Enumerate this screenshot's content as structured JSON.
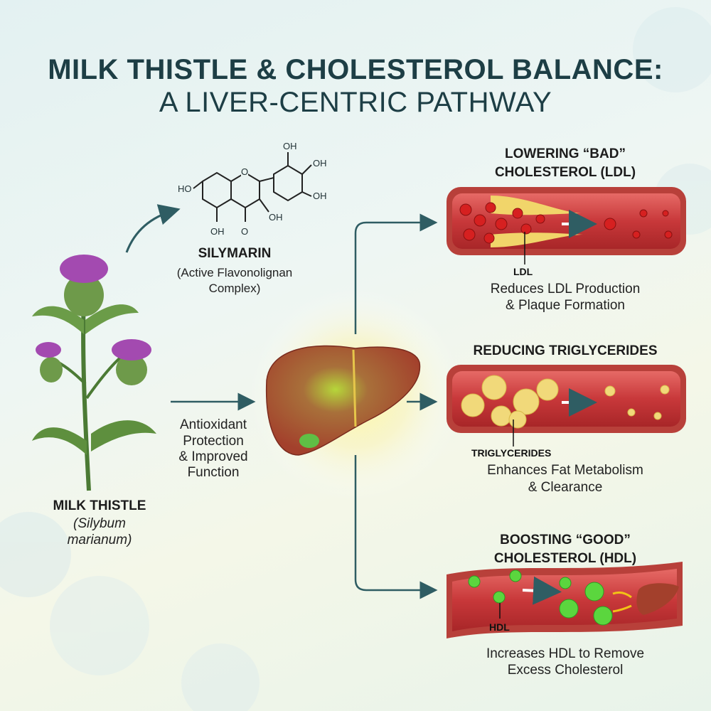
{
  "title": {
    "line1": "MILK THISTLE & CHOLESTEROL BALANCE:",
    "line2": "A LIVER-CENTRIC PATHWAY"
  },
  "molecule": {
    "labels": [
      "OH",
      "OH",
      "OH",
      "HO",
      "O",
      "OH",
      "OH",
      "O"
    ],
    "name": "SILYMARIN",
    "desc1": "(Active Flavonolignan",
    "desc2": "Complex)"
  },
  "plant": {
    "name": "MILK THISTLE",
    "latin1": "(Silybum",
    "latin2": "marianum)"
  },
  "liver_effect": {
    "line1": "Antioxidant",
    "line2": "Protection",
    "line3": "& Improved",
    "line4": "Function"
  },
  "ldl": {
    "heading1": "LOWERING “BAD”",
    "heading2": "CHOLESTEROL (LDL)",
    "label": "LDL",
    "desc1": "Reduces LDL Production",
    "desc2": "& Plaque Formation"
  },
  "tri": {
    "heading": "REDUCING TRIGLYCERIDES",
    "label": "TRIGLYCERIDES",
    "desc1": "Enhances Fat Metabolism",
    "desc2": "& Clearance"
  },
  "hdl": {
    "heading1": "BOOSTING “GOOD”",
    "heading2": "CHOLESTEROL (HDL)",
    "label": "HDL",
    "desc1": "Increases HDL to Remove",
    "desc2": "Excess Cholesterol"
  },
  "colors": {
    "title": "#1d3e45",
    "arrow": "#2f5d63",
    "vessel": "#c8383a",
    "plaque": "#f1d56a",
    "hdl": "#4fd43a",
    "liver": "#a8452f"
  }
}
